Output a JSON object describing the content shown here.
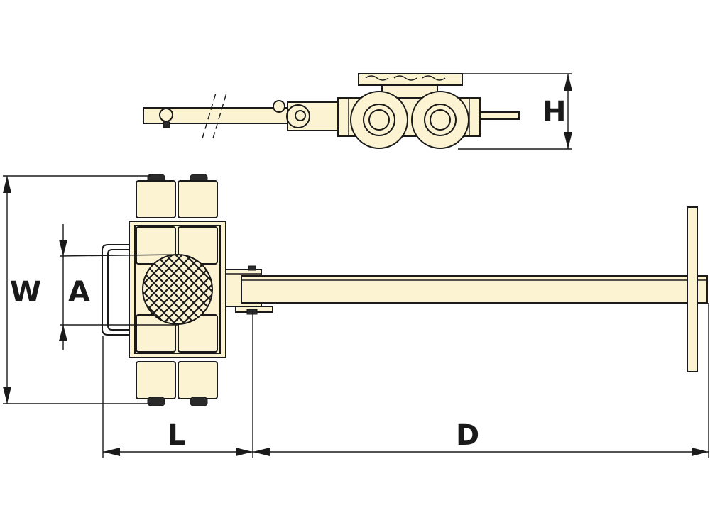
{
  "diagram": {
    "dimensions": {
      "H": "H",
      "W": "W",
      "A": "A",
      "L": "L",
      "D": "D"
    },
    "colors": {
      "part_fill": "#fbf3d2",
      "outline": "#1a1a1a",
      "background": "#ffffff"
    }
  }
}
